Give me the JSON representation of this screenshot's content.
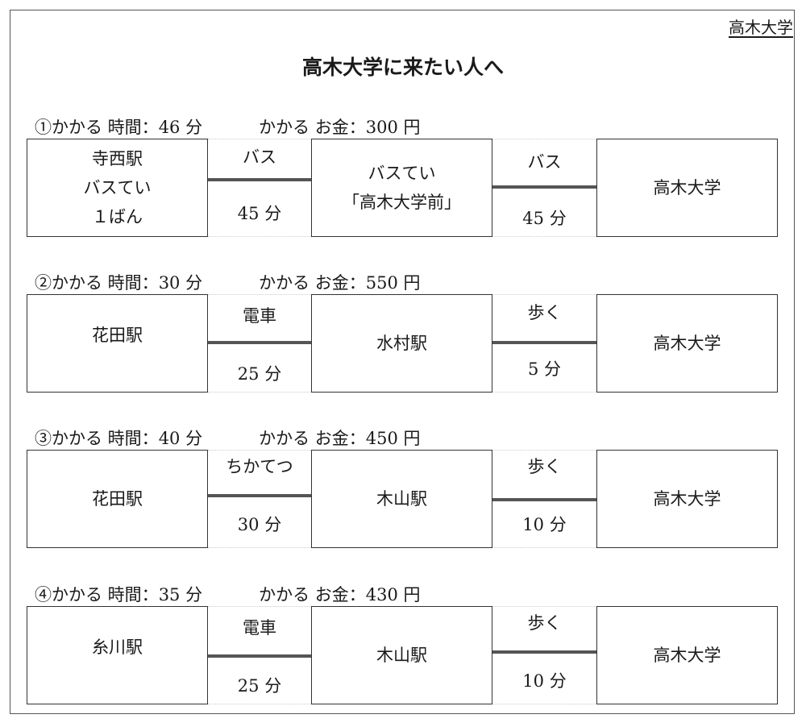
{
  "corner_label": "高木大学",
  "title": "高木大学に来たい人へ",
  "routes": [
    {
      "num": "①",
      "time_label": "かかる 時間：",
      "time": "46 分",
      "cost_label": "かかる お金：",
      "cost": "300 円",
      "start": [
        "寺西駅",
        "バスてい",
        "１ばん"
      ],
      "leg1": {
        "mode": "バス",
        "time": "45 分"
      },
      "mid": [
        "バスてい",
        "「高木大学前」"
      ],
      "leg2": {
        "mode": "バス",
        "time": "45 分"
      },
      "end": "高木大学"
    },
    {
      "num": "②",
      "time_label": "かかる 時間：",
      "time": "30 分",
      "cost_label": "かかる お金：",
      "cost": "550 円",
      "start": [
        "花田駅"
      ],
      "leg1": {
        "mode": "電車",
        "time": "25 分"
      },
      "mid": [
        "水村駅"
      ],
      "leg2": {
        "mode": "歩く",
        "time": "5 分"
      },
      "end": "高木大学"
    },
    {
      "num": "③",
      "time_label": "かかる 時間：",
      "time": "40 分",
      "cost_label": "かかる お金：",
      "cost": "450 円",
      "start": [
        "花田駅"
      ],
      "leg1": {
        "mode": "ちかてつ",
        "time": "30 分"
      },
      "mid": [
        "木山駅"
      ],
      "leg2": {
        "mode": "歩く",
        "time": "10 分"
      },
      "end": "高木大学"
    },
    {
      "num": "④",
      "time_label": "かかる 時間：",
      "time": "35 分",
      "cost_label": "かかる お金：",
      "cost": "430 円",
      "start": [
        "糸川駅"
      ],
      "leg1": {
        "mode": "電車",
        "time": "25 分"
      },
      "mid": [
        "木山駅"
      ],
      "leg2": {
        "mode": "歩く",
        "time": "10 分"
      },
      "end": "高木大学"
    }
  ]
}
